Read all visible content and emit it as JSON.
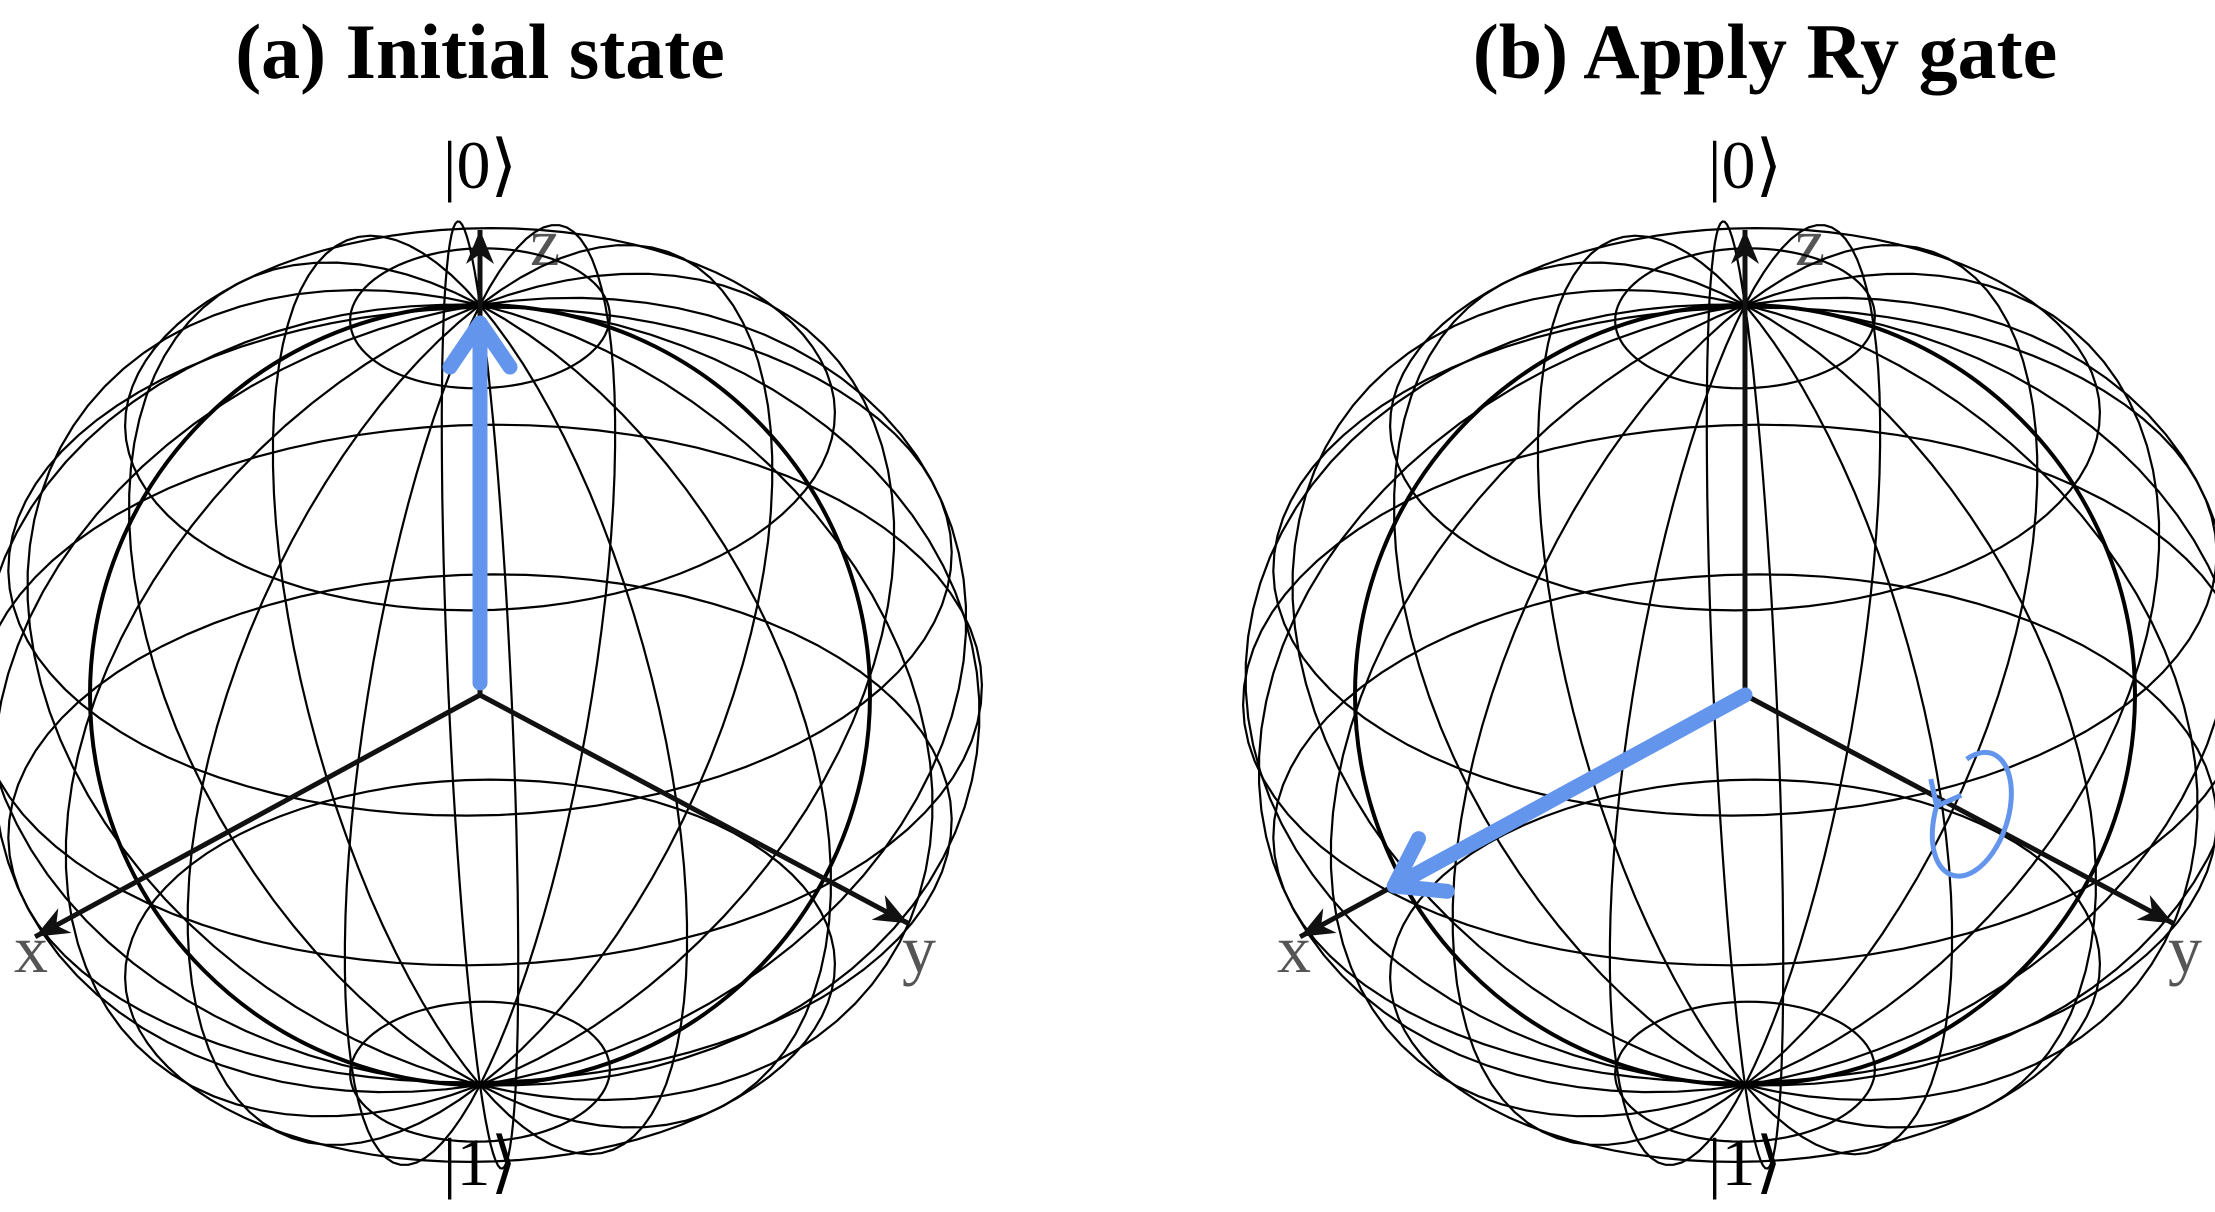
{
  "panels": [
    {
      "title": "(a) Initial state",
      "ket_top": "|0⟩",
      "ket_bottom": "|1⟩",
      "axis_x": "x",
      "axis_y": "y",
      "axis_z": "z",
      "state_vector": "+z",
      "rotation_marker": false
    },
    {
      "title": "(b) Apply Ry gate",
      "ket_top": "|0⟩",
      "ket_bottom": "|1⟩",
      "axis_x": "x",
      "axis_y": "y",
      "axis_z": "z",
      "state_vector": "+x",
      "rotation_marker": true
    }
  ],
  "colors": {
    "state_vector": "#6495ED",
    "axes": "#111111",
    "wireframe": "#000000",
    "axis_labels": "#555555"
  }
}
